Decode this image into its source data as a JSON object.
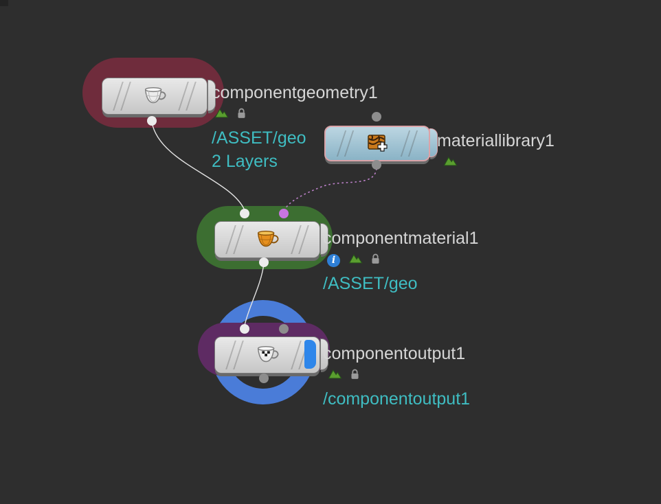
{
  "app": "network-editor",
  "colors": {
    "background": "#2e2e2e",
    "label_text": "#d6d6d6",
    "info_text": "#3fbdc2",
    "geometry_halo": "#6f2c3c",
    "material_halo": "#3c6e31",
    "output_halo_purple": "#5e2b63",
    "output_ring_blue": "#4a7cd8",
    "wire": "#e4e4e4",
    "material_wire": "#b97fc6",
    "violet_connector": "#c875e0",
    "info_badge_blue": "#2e7fd6"
  },
  "icons": {
    "mountain_badge": "green-mountain-badge",
    "lock_badge": "gray-padlock-badge",
    "info_badge_glyph": "i",
    "geometry_node_icon": "wireframe-mug",
    "material_node_icon": "orange-mug",
    "output_node_icon": "checkered-mug",
    "matlib_node_icon": "textured-box-plus"
  },
  "nodes": {
    "componentgeometry1": {
      "label": "componentgeometry1",
      "path": "/ASSET/geo",
      "layers": "2 Layers"
    },
    "materiallibrary1": {
      "label": "materiallibrary1"
    },
    "componentmaterial1": {
      "label": "componentmaterial1",
      "path": "/ASSET/geo"
    },
    "componentoutput1": {
      "label": "componentoutput1",
      "path": "/componentoutput1"
    }
  },
  "connections": [
    {
      "from": "componentgeometry1",
      "to": "componentmaterial1",
      "style": "solid"
    },
    {
      "from": "materiallibrary1",
      "to": "componentmaterial1",
      "style": "dashed"
    },
    {
      "from": "componentmaterial1",
      "to": "componentoutput1",
      "style": "solid"
    }
  ]
}
